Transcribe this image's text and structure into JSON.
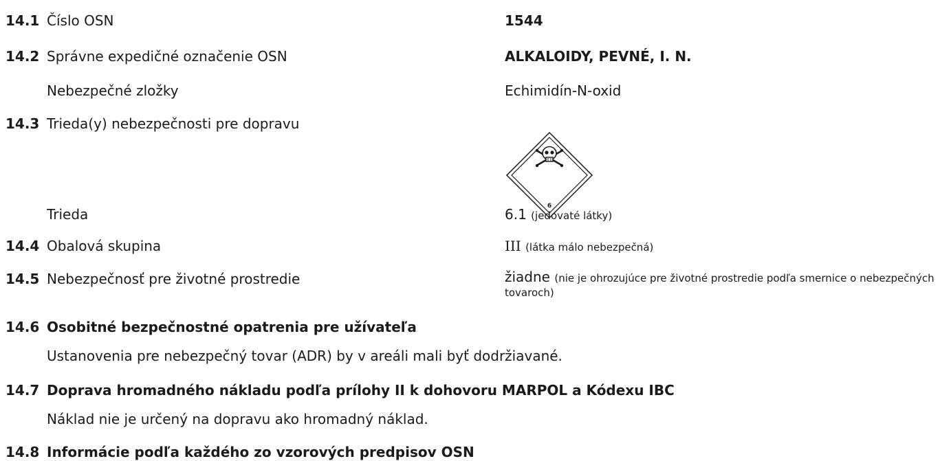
{
  "rows": [
    {
      "num": "14.1",
      "label": "Číslo OSN",
      "value": "1544"
    },
    {
      "num": "14.2",
      "label": "Správne expedičné označenie OSN",
      "value": "ALKALOIDY, PEVNÉ, I. N."
    },
    {
      "num": "",
      "label": "Nebezpečné zložky",
      "value": "Echimidín-N-oxid"
    },
    {
      "num": "14.3",
      "label": "Trieda(y) nebezpečnosti pre dopravu",
      "value": ""
    },
    {
      "num": "",
      "label": "Trieda",
      "value": "6.1",
      "note": "(jedovaté látky)"
    },
    {
      "num": "14.4",
      "label": "Obalová skupina",
      "value": "III",
      "note": "(látka málo nebezpečná)"
    },
    {
      "num": "14.5",
      "label": "Nebezpečnosť pre životné prostredie",
      "value": "žiadne",
      "note": "(nie je ohrozujúce pre životné prostredie podľa smer­nice o nebezpečných tovaroch)"
    }
  ],
  "hazard_label": {
    "icon": "skull-crossbones-icon",
    "class_number": "6"
  },
  "sections": [
    {
      "num": "14.6",
      "title": "Osobitné bezpečnostné opatrenia pre užívateľa",
      "text": "Ustanovenia pre nebezpečný tovar (ADR) by v areáli mali byť dodržiavané."
    },
    {
      "num": "14.7",
      "title": "Doprava hromadného nákladu podľa prílohy II k dohovoru MARPOL a Kódexu IBC",
      "text": "Náklad nie je určený na dopravu ako hromadný náklad."
    },
    {
      "num": "14.8",
      "title": "Informácie podľa každého zo vzorových predpisov OSN",
      "text": ""
    }
  ]
}
